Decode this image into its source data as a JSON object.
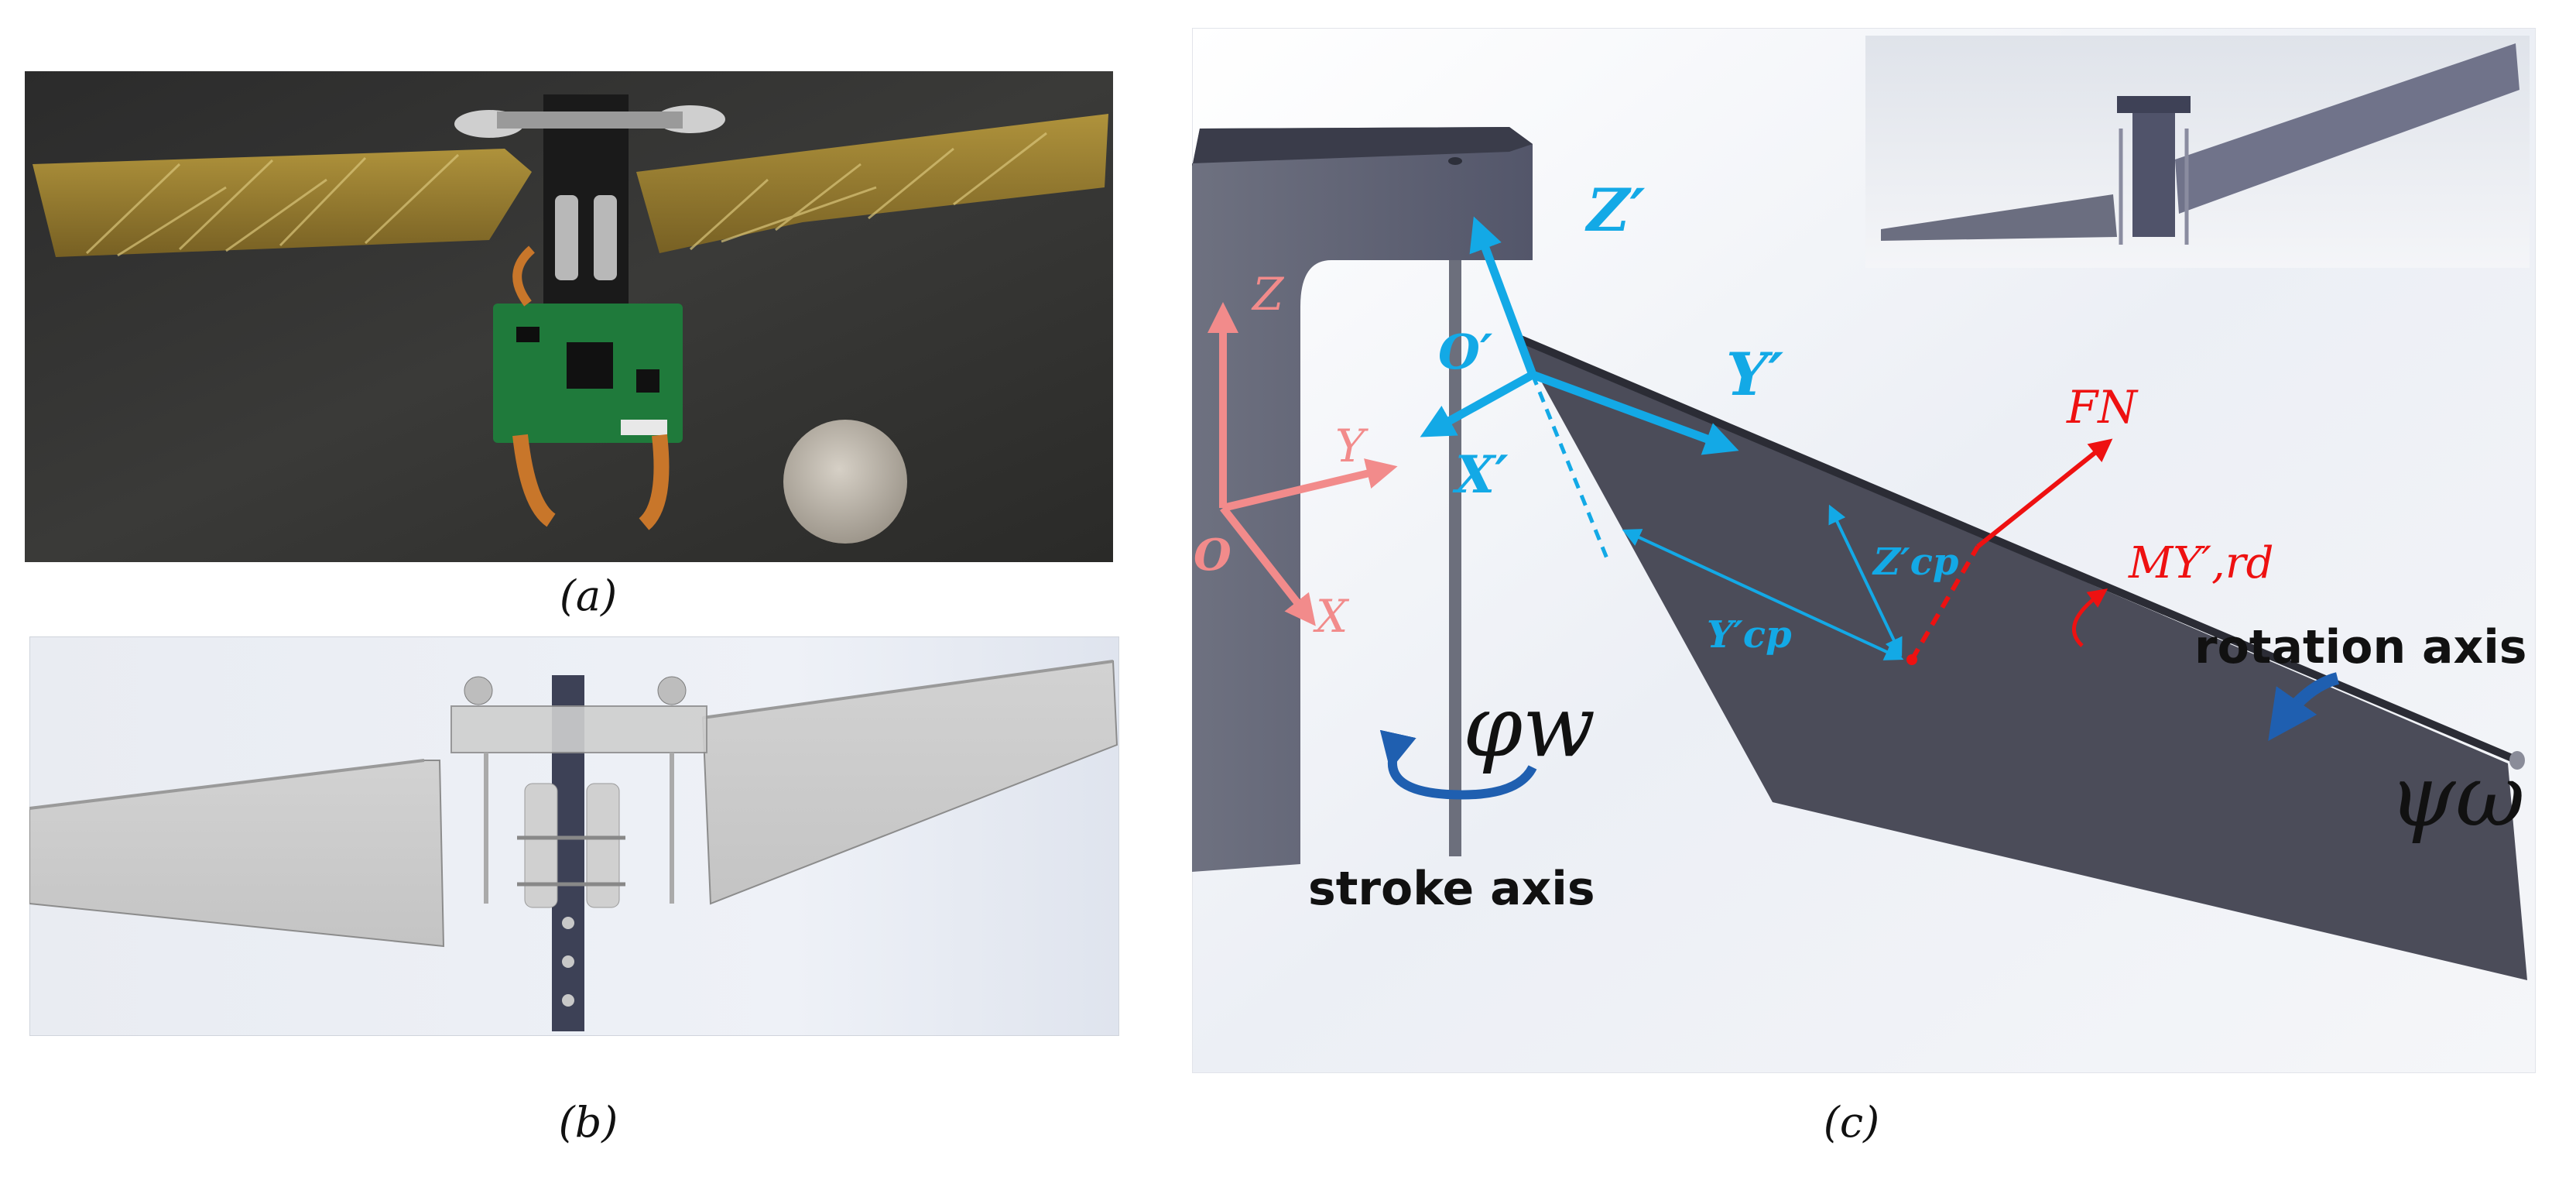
{
  "panels": {
    "a": {
      "caption": "(a)"
    },
    "b": {
      "caption": "(b)"
    },
    "c": {
      "caption": "(c)"
    }
  },
  "labels": {
    "O": "O",
    "X": "X",
    "Y": "Y",
    "Z": "Z",
    "O_prime": "O′",
    "X_prime": "X′",
    "Y_prime": "Y′",
    "Z_prime": "Z′",
    "Y_cp": "Y′cp",
    "Z_cp": "Z′cp",
    "F_N": "FN",
    "M": "MY′,rd",
    "phi_w": "φw",
    "psi_w": "ψω",
    "stroke_axis": "stroke axis",
    "rotation_axis": "rotation axis"
  },
  "colors": {
    "pink": "#f28b8b",
    "blue": "#13a9e6",
    "red": "#ee1111",
    "dark_arrow": "#1f5fb0",
    "wing_dark": "#4c4d5a",
    "frame": "#5d6070"
  }
}
